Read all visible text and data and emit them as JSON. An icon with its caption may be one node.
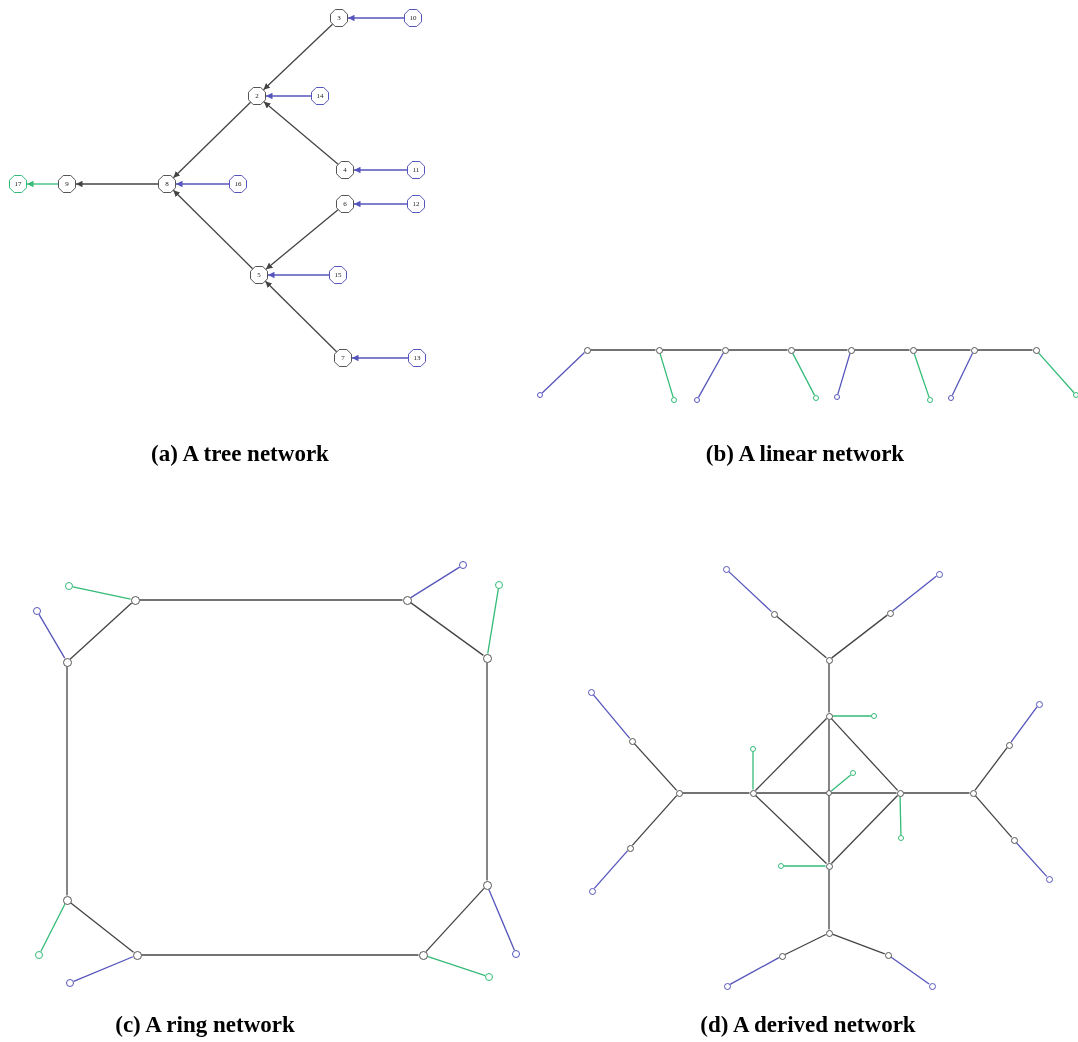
{
  "diagram": {
    "nodes": [
      {
        "text": [
          "3"
        ]
      },
      {
        "text": [
          "10"
        ]
      },
      {
        "text": [
          "2"
        ]
      },
      {
        "text": [
          "14"
        ]
      },
      {
        "text": [
          "4"
        ]
      },
      {
        "text": [
          "11"
        ]
      },
      {
        "text": [
          "17"
        ]
      },
      {
        "text": [
          "9"
        ]
      },
      {
        "text": [
          "8"
        ]
      },
      {
        "text": [
          "16"
        ]
      },
      {
        "text": [
          "6"
        ]
      },
      {
        "text": [
          "12"
        ]
      },
      {
        "text": [
          "5"
        ]
      },
      {
        "text": [
          "15"
        ]
      },
      {
        "text": [
          "7"
        ]
      },
      {
        "text": [
          "13"
        ]
      },
      {
        "text": [],
        "shape": "circle"
      },
      {
        "text": [],
        "shape": "circle"
      },
      {
        "text": [],
        "shape": "circle"
      },
      {
        "text": [],
        "shape": "circle"
      },
      {
        "text": [],
        "shape": "circle"
      },
      {
        "text": [],
        "shape": "circle"
      },
      {
        "text": [],
        "shape": "circle"
      },
      {
        "text": [],
        "shape": "circle"
      },
      {
        "text": [],
        "shape": "circle"
      },
      {
        "text": [],
        "shape": "circle"
      },
      {
        "text": [],
        "shape": "circle"
      },
      {
        "text": [],
        "shape": "circle"
      },
      {
        "text": [],
        "shape": "circle"
      },
      {
        "text": [],
        "shape": "circle"
      },
      {
        "text": [],
        "shape": "circle"
      },
      {
        "text": [],
        "shape": "circle"
      },
      {
        "text": [],
        "shape": "circle"
      },
      {
        "text": [],
        "shape": "circle"
      },
      {
        "text": [],
        "shape": "circle"
      },
      {
        "text": [],
        "shape": "circle"
      },
      {
        "text": [],
        "shape": "circle"
      },
      {
        "text": [],
        "shape": "circle"
      },
      {
        "text": [],
        "shape": "circle"
      },
      {
        "text": [],
        "shape": "circle"
      },
      {
        "text": [],
        "shape": "circle"
      },
      {
        "text": [],
        "shape": "circle"
      },
      {
        "text": [],
        "shape": "circle"
      },
      {
        "text": [],
        "shape": "circle"
      },
      {
        "text": [],
        "shape": "circle"
      },
      {
        "text": [],
        "shape": "circle"
      },
      {
        "text": [],
        "shape": "circle"
      },
      {
        "text": [],
        "shape": "circle"
      },
      {
        "text": [],
        "shape": "circle"
      },
      {
        "text": [],
        "shape": "circle"
      },
      {
        "text": [],
        "shape": "circle"
      },
      {
        "text": [],
        "shape": "circle"
      },
      {
        "text": [],
        "shape": "circle"
      },
      {
        "text": [],
        "shape": "circle"
      },
      {
        "text": [],
        "shape": "circle"
      },
      {
        "text": [],
        "shape": "circle"
      },
      {
        "text": [],
        "shape": "circle"
      },
      {
        "text": [],
        "shape": "circle"
      },
      {
        "text": [],
        "shape": "circle"
      },
      {
        "text": [],
        "shape": "circle"
      },
      {
        "text": [],
        "shape": "circle"
      },
      {
        "text": [],
        "shape": "circle"
      },
      {
        "text": [],
        "shape": "circle"
      },
      {
        "text": [],
        "shape": "circle"
      },
      {
        "text": [],
        "shape": "circle"
      },
      {
        "text": [],
        "shape": "circle"
      },
      {
        "text": [],
        "shape": "circle"
      },
      {
        "text": [],
        "shape": "circle"
      },
      {
        "text": [],
        "shape": "circle"
      },
      {
        "text": [],
        "shape": "circle"
      },
      {
        "text": [],
        "shape": "circle"
      },
      {
        "text": [],
        "shape": "circle"
      },
      {
        "text": [],
        "shape": "circle"
      },
      {
        "text": [],
        "shape": "circle"
      },
      {
        "text": [],
        "shape": "circle"
      },
      {
        "text": [],
        "shape": "circle"
      },
      {
        "text": [],
        "shape": "circle"
      },
      {
        "text": [],
        "shape": "circle"
      }
    ],
    "edges": [
      {
        "from": 1,
        "to": 0,
        "arrow": "to",
        "color": "#5555bb"
      },
      {
        "from": 0,
        "to": 2,
        "arrow": "to"
      },
      {
        "from": 3,
        "to": 2,
        "arrow": "to",
        "color": "#5555bb"
      },
      {
        "from": 4,
        "to": 2,
        "arrow": "to"
      },
      {
        "from": 5,
        "to": 4,
        "arrow": "to",
        "color": "#5555bb"
      },
      {
        "from": 2,
        "to": 8,
        "arrow": "to"
      },
      {
        "from": 9,
        "to": 8,
        "arrow": "to",
        "color": "#5555bb"
      },
      {
        "from": 8,
        "to": 7,
        "arrow": "to"
      },
      {
        "from": 7,
        "to": 6,
        "arrow": "to",
        "color": "#33bb77"
      },
      {
        "from": 10,
        "to": 12,
        "arrow": "to"
      },
      {
        "from": 11,
        "to": 10,
        "arrow": "to",
        "color": "#5555bb"
      },
      {
        "from": 13,
        "to": 12,
        "arrow": "to",
        "color": "#5555bb"
      },
      {
        "from": 12,
        "to": 8,
        "arrow": "to"
      },
      {
        "from": 14,
        "to": 12,
        "arrow": "to"
      },
      {
        "from": 15,
        "to": 14,
        "arrow": "to",
        "color": "#5555bb"
      },
      {
        "from": 16,
        "to": 17,
        "arrow": "none"
      },
      {
        "from": 17,
        "to": 18,
        "arrow": "none"
      },
      {
        "from": 18,
        "to": 19,
        "arrow": "none"
      },
      {
        "from": 19,
        "to": 20,
        "arrow": "none"
      },
      {
        "from": 20,
        "to": 21,
        "arrow": "none"
      },
      {
        "from": 21,
        "to": 22,
        "arrow": "none"
      },
      {
        "from": 22,
        "to": 23,
        "arrow": "none"
      },
      {
        "from": 16,
        "to": 24,
        "arrow": "none",
        "color": "#5555bb"
      },
      {
        "from": 17,
        "to": 25,
        "arrow": "none",
        "color": "#33bb77"
      },
      {
        "from": 18,
        "to": 26,
        "arrow": "none",
        "color": "#5555bb"
      },
      {
        "from": 19,
        "to": 27,
        "arrow": "none",
        "color": "#33bb77"
      },
      {
        "from": 20,
        "to": 28,
        "arrow": "none",
        "color": "#5555bb"
      },
      {
        "from": 21,
        "to": 29,
        "arrow": "none",
        "color": "#33bb77"
      },
      {
        "from": 22,
        "to": 30,
        "arrow": "none",
        "color": "#5555bb"
      },
      {
        "from": 23,
        "to": 31,
        "arrow": "none",
        "color": "#33bb77"
      },
      {
        "from": 32,
        "to": 33,
        "arrow": "none"
      },
      {
        "from": 33,
        "to": 34,
        "arrow": "none"
      },
      {
        "from": 34,
        "to": 35,
        "arrow": "none"
      },
      {
        "from": 35,
        "to": 36,
        "arrow": "none"
      },
      {
        "from": 36,
        "to": 37,
        "arrow": "none"
      },
      {
        "from": 37,
        "to": 38,
        "arrow": "none"
      },
      {
        "from": 38,
        "to": 39,
        "arrow": "none"
      },
      {
        "from": 39,
        "to": 32,
        "arrow": "none"
      },
      {
        "from": 32,
        "to": 40,
        "arrow": "none",
        "color": "#33bb77"
      },
      {
        "from": 33,
        "to": 41,
        "arrow": "none",
        "color": "#5555bb"
      },
      {
        "from": 34,
        "to": 42,
        "arrow": "none",
        "color": "#33bb77"
      },
      {
        "from": 35,
        "to": 43,
        "arrow": "none",
        "color": "#5555bb"
      },
      {
        "from": 36,
        "to": 44,
        "arrow": "none",
        "color": "#33bb77"
      },
      {
        "from": 37,
        "to": 45,
        "arrow": "none",
        "color": "#5555bb"
      },
      {
        "from": 38,
        "to": 46,
        "arrow": "none",
        "color": "#33bb77"
      },
      {
        "from": 39,
        "to": 47,
        "arrow": "none",
        "color": "#5555bb"
      },
      {
        "from": 48,
        "to": 49,
        "arrow": "none"
      },
      {
        "from": 48,
        "to": 51,
        "arrow": "none"
      },
      {
        "from": 49,
        "to": 52,
        "arrow": "none"
      },
      {
        "from": 51,
        "to": 52,
        "arrow": "none"
      },
      {
        "from": 48,
        "to": 50,
        "arrow": "none"
      },
      {
        "from": 50,
        "to": 52,
        "arrow": "none"
      },
      {
        "from": 49,
        "to": 50,
        "arrow": "none"
      },
      {
        "from": 50,
        "to": 51,
        "arrow": "none"
      },
      {
        "from": 48,
        "to": 53,
        "arrow": "none",
        "color": "#33bb77"
      },
      {
        "from": 49,
        "to": 54,
        "arrow": "none",
        "color": "#33bb77"
      },
      {
        "from": 50,
        "to": 55,
        "arrow": "none",
        "color": "#33bb77"
      },
      {
        "from": 51,
        "to": 56,
        "arrow": "none",
        "color": "#33bb77"
      },
      {
        "from": 52,
        "to": 57,
        "arrow": "none",
        "color": "#33bb77"
      },
      {
        "from": 48,
        "to": 58,
        "arrow": "none"
      },
      {
        "from": 49,
        "to": 59,
        "arrow": "none"
      },
      {
        "from": 51,
        "to": 60,
        "arrow": "none"
      },
      {
        "from": 52,
        "to": 61,
        "arrow": "none"
      },
      {
        "from": 58,
        "to": 62,
        "arrow": "none"
      },
      {
        "from": 58,
        "to": 63,
        "arrow": "none"
      },
      {
        "from": 59,
        "to": 64,
        "arrow": "none"
      },
      {
        "from": 59,
        "to": 65,
        "arrow": "none"
      },
      {
        "from": 60,
        "to": 66,
        "arrow": "none"
      },
      {
        "from": 60,
        "to": 67,
        "arrow": "none"
      },
      {
        "from": 61,
        "to": 68,
        "arrow": "none"
      },
      {
        "from": 61,
        "to": 69,
        "arrow": "none"
      },
      {
        "from": 62,
        "to": 70,
        "arrow": "none",
        "color": "#5555bb"
      },
      {
        "from": 63,
        "to": 71,
        "arrow": "none",
        "color": "#5555bb"
      },
      {
        "from": 64,
        "to": 72,
        "arrow": "none",
        "color": "#5555bb"
      },
      {
        "from": 65,
        "to": 73,
        "arrow": "none",
        "color": "#5555bb"
      },
      {
        "from": 66,
        "to": 74,
        "arrow": "none",
        "color": "#5555bb"
      },
      {
        "from": 67,
        "to": 75,
        "arrow": "none",
        "color": "#5555bb"
      },
      {
        "from": 68,
        "to": 76,
        "arrow": "none",
        "color": "#5555bb"
      },
      {
        "from": 69,
        "to": 77,
        "arrow": "none",
        "color": "#5555bb"
      }
    ],
    "labels": [
      "(a) A tree network",
      "(b) A linear network",
      "(c) A ring network",
      "(d) A derived network"
    ]
  }
}
